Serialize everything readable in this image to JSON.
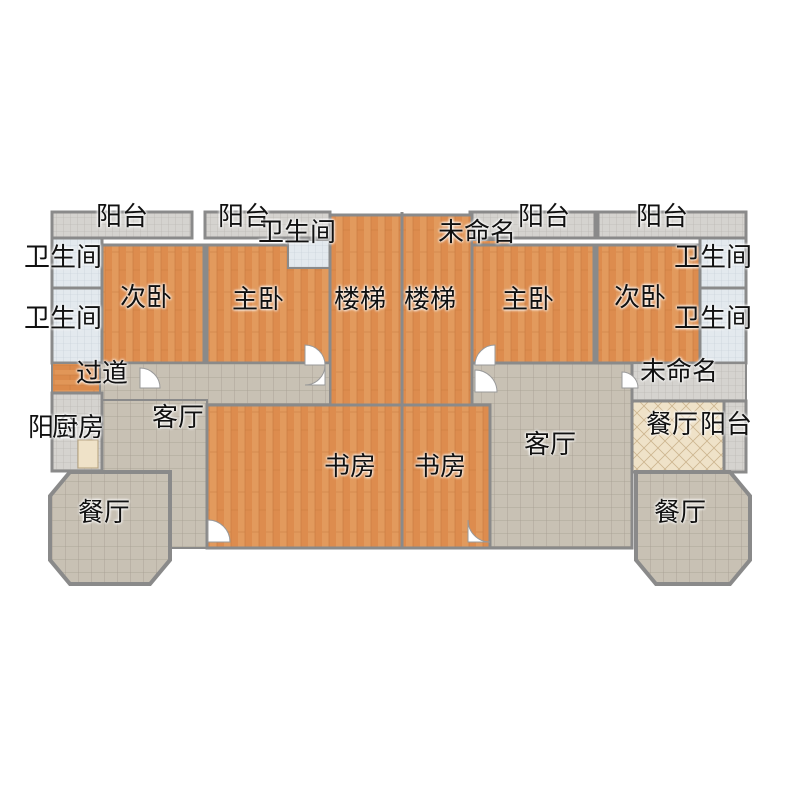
{
  "rooms": {
    "balcony_1": "阳台",
    "balcony_2": "阳台",
    "balcony_3": "阳台",
    "balcony_4": "阳台",
    "balcony_5": "阳台",
    "balcony_6": "阳台",
    "bathroom_1": "卫生间",
    "bathroom_2": "卫生间",
    "bathroom_3": "卫生间",
    "bathroom_4": "卫生间",
    "bathroom_5": "卫生间",
    "unnamed_1": "未命名",
    "unnamed_2": "未命名",
    "second_bedroom_1": "次卧",
    "second_bedroom_2": "次卧",
    "master_bedroom_1": "主卧",
    "master_bedroom_2": "主卧",
    "stairs_1": "楼梯",
    "stairs_2": "楼梯",
    "corridor": "过道",
    "kitchen": "厨房",
    "living_room_1": "客厅",
    "living_room_2": "客厅",
    "study_1": "书房",
    "study_2": "书房",
    "dining_1": "餐厅",
    "dining_2": "餐厅",
    "dining_3": "餐厅"
  },
  "colors": {
    "wood": "#d9894a",
    "wood_light": "#e6ab76",
    "tile": "#c9c2b5",
    "tile_line": "#a9a294",
    "wall": "#8a8a8a",
    "balcony": "#d8d3cc",
    "bath": "#dfe6ec"
  }
}
